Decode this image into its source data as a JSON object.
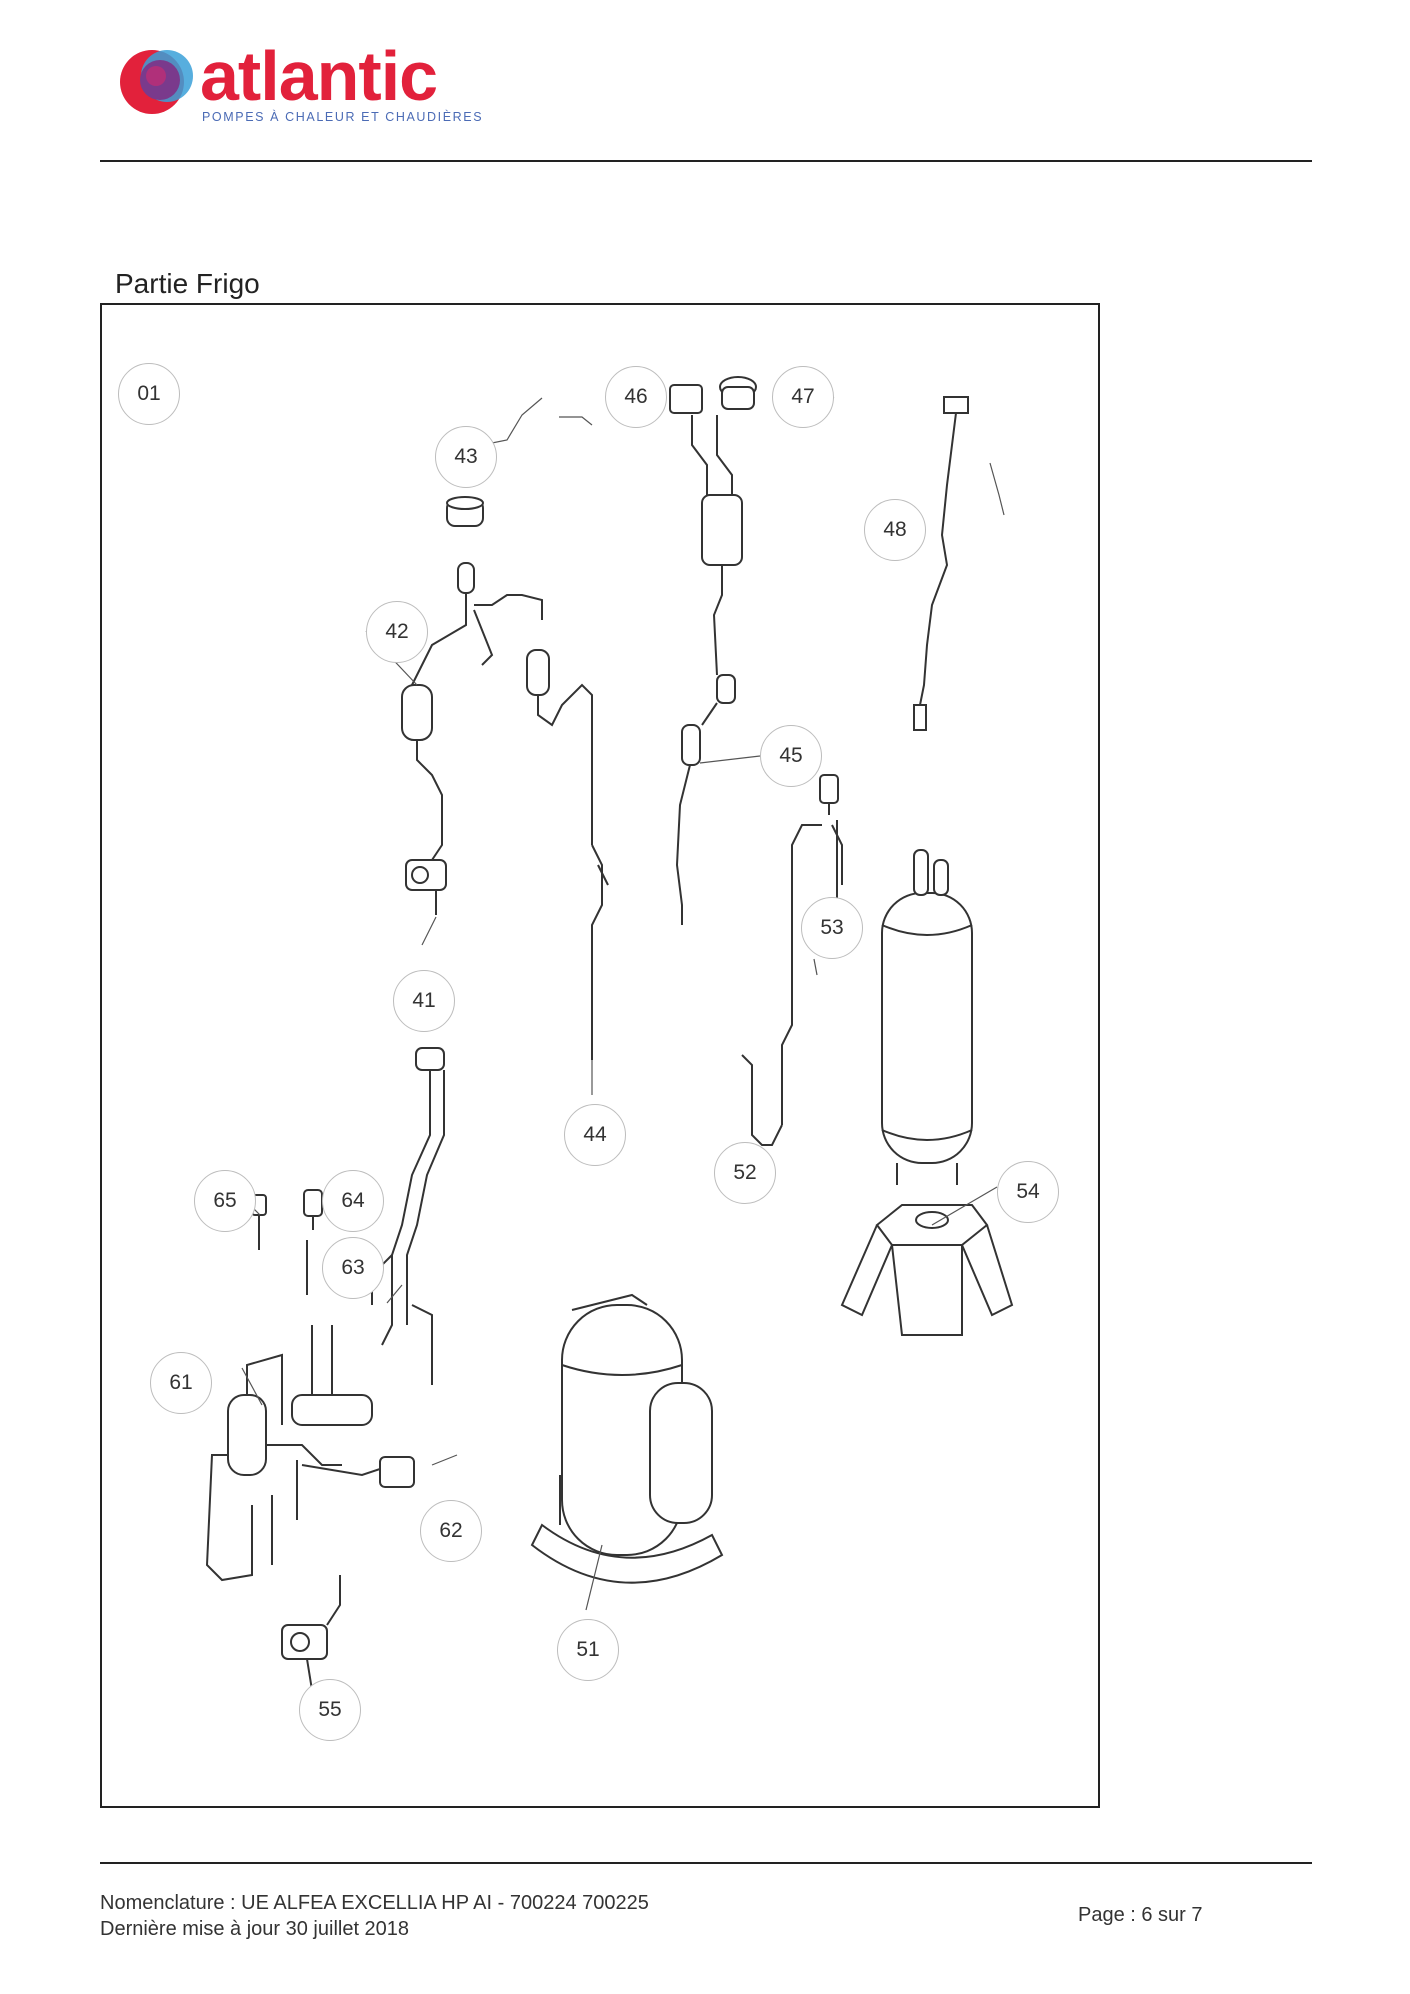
{
  "brand": {
    "name": "atlantic",
    "tagline": "POMPES À CHALEUR ET CHAUDIÈRES",
    "colors": {
      "red": "#e2213b",
      "blue": "#4b6bb5",
      "purple": "#7a3a8c"
    }
  },
  "section_title": "Partie Frigo",
  "callouts": [
    {
      "id": "c01",
      "label": "01"
    },
    {
      "id": "c41",
      "label": "41"
    },
    {
      "id": "c42",
      "label": "42"
    },
    {
      "id": "c43",
      "label": "43"
    },
    {
      "id": "c44",
      "label": "44"
    },
    {
      "id": "c45",
      "label": "45"
    },
    {
      "id": "c46",
      "label": "46"
    },
    {
      "id": "c47",
      "label": "47"
    },
    {
      "id": "c48",
      "label": "48"
    },
    {
      "id": "c51",
      "label": "51"
    },
    {
      "id": "c52",
      "label": "52"
    },
    {
      "id": "c53",
      "label": "53"
    },
    {
      "id": "c54",
      "label": "54"
    },
    {
      "id": "c55",
      "label": "55"
    },
    {
      "id": "c61",
      "label": "61"
    },
    {
      "id": "c62",
      "label": "62"
    },
    {
      "id": "c63",
      "label": "63"
    },
    {
      "id": "c64",
      "label": "64"
    },
    {
      "id": "c65",
      "label": "65"
    }
  ],
  "footer": {
    "nomenclature": "Nomenclature : UE ALFEA EXCELLIA HP AI - 700224 700225",
    "updated": "Dernière mise à jour 30 juillet 2018",
    "page": "Page : 6 sur 7"
  }
}
